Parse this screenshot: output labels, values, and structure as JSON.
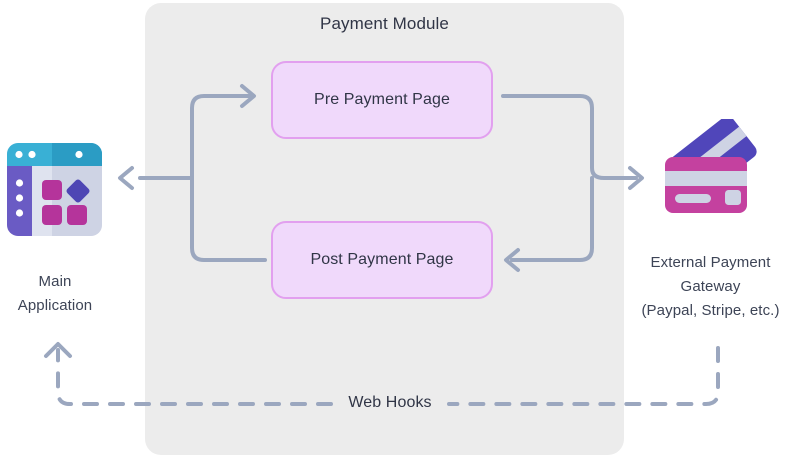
{
  "diagram": {
    "title": "Payment Module",
    "module": {
      "label": "Payment Module",
      "boxes": [
        {
          "id": "pre-payment-page",
          "label": "Pre Payment Page"
        },
        {
          "id": "post-payment-page",
          "label": "Post Payment Page"
        }
      ]
    },
    "nodes": {
      "main_application": {
        "label_line1": "Main",
        "label_line2": "Application",
        "icon": "application-window-icon"
      },
      "external_gateway": {
        "label_line1": "External Payment",
        "label_line2": "Gateway",
        "label_line3": "(Paypal, Stripe, etc.)",
        "icon": "credit-cards-icon"
      }
    },
    "connections": {
      "webhooks_label": "Web Hooks"
    },
    "colors": {
      "panel_background": "#ececec",
      "box_fill": "#f0d9fb",
      "box_border": "#e2a0ef",
      "connector": "#9ba7bf",
      "text": "#303546",
      "caption_text": "#3d4456",
      "app_icon_topbar": "#39b0d5",
      "app_icon_topbar_dark": "#2b9cc4",
      "app_icon_sidebar": "#6a5bc4",
      "app_icon_body": "#ced3e4",
      "app_icon_body_light": "#dfe3ef",
      "app_icon_tile": "#b5349b",
      "app_icon_diamond": "#4e46b4",
      "card_front": "#c4419f",
      "card_back": "#5046ba",
      "card_stripe": "#ced3e4"
    }
  }
}
